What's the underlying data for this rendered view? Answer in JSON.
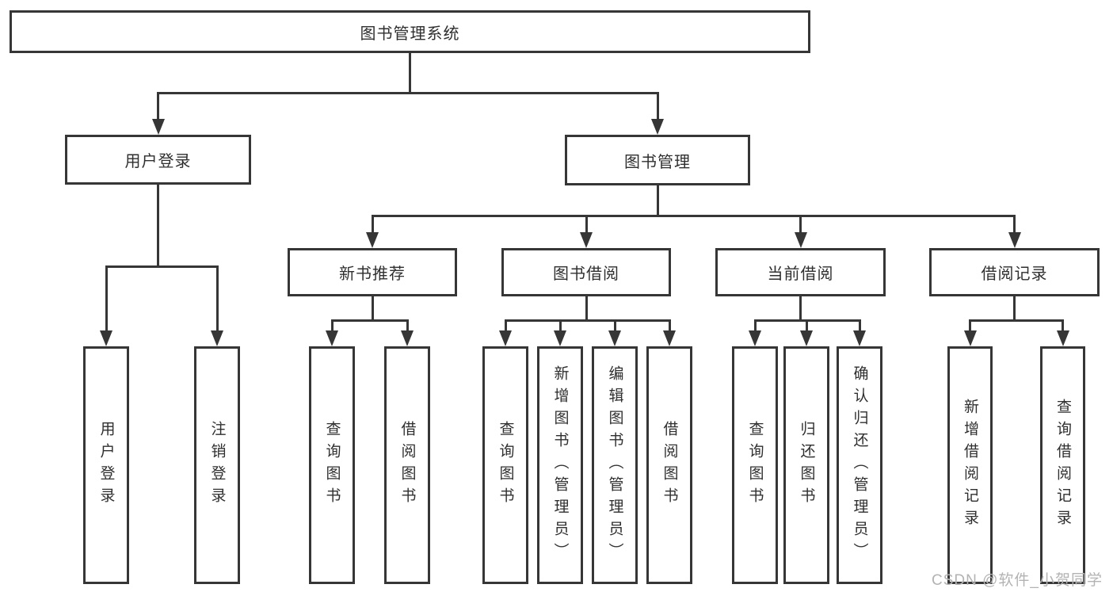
{
  "watermark": "CSDN @软件_小贺同学",
  "tree": {
    "root": {
      "label": "图书管理系统"
    },
    "userLogin": {
      "label": "用户登录",
      "children": [
        {
          "label": "用户登录"
        },
        {
          "label": "注销登录"
        }
      ]
    },
    "bookManagement": {
      "label": "图书管理",
      "children": [
        {
          "label": "新书推荐",
          "children": [
            {
              "label": "查询图书"
            },
            {
              "label": "借阅图书"
            }
          ]
        },
        {
          "label": "图书借阅",
          "children": [
            {
              "label": "查询图书"
            },
            {
              "label": "新增图书（管理员）"
            },
            {
              "label": "编辑图书（管理员）"
            },
            {
              "label": "借阅图书"
            }
          ]
        },
        {
          "label": "当前借阅",
          "children": [
            {
              "label": "查询图书"
            },
            {
              "label": "归还图书"
            },
            {
              "label": "确认归还（管理员）"
            }
          ]
        },
        {
          "label": "借阅记录",
          "children": [
            {
              "label": "新增借阅记录"
            },
            {
              "label": "查询借阅记录"
            }
          ]
        }
      ]
    }
  }
}
